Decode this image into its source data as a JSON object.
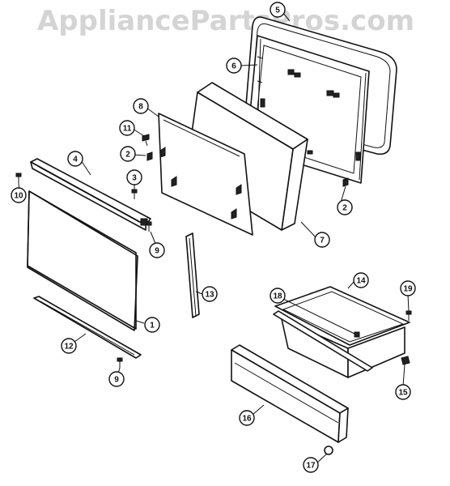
{
  "watermark": "AppliancePartsPros.com",
  "callouts": [
    {
      "label": "1"
    },
    {
      "label": "2"
    },
    {
      "label": "2"
    },
    {
      "label": "3"
    },
    {
      "label": "4"
    },
    {
      "label": "5"
    },
    {
      "label": "6"
    },
    {
      "label": "7"
    },
    {
      "label": "8"
    },
    {
      "label": "9"
    },
    {
      "label": "9"
    },
    {
      "label": "10"
    },
    {
      "label": "11"
    },
    {
      "label": "12"
    },
    {
      "label": "13"
    },
    {
      "label": "14"
    },
    {
      "label": "15"
    },
    {
      "label": "16"
    },
    {
      "label": "17"
    },
    {
      "label": "18"
    },
    {
      "label": "19"
    }
  ]
}
